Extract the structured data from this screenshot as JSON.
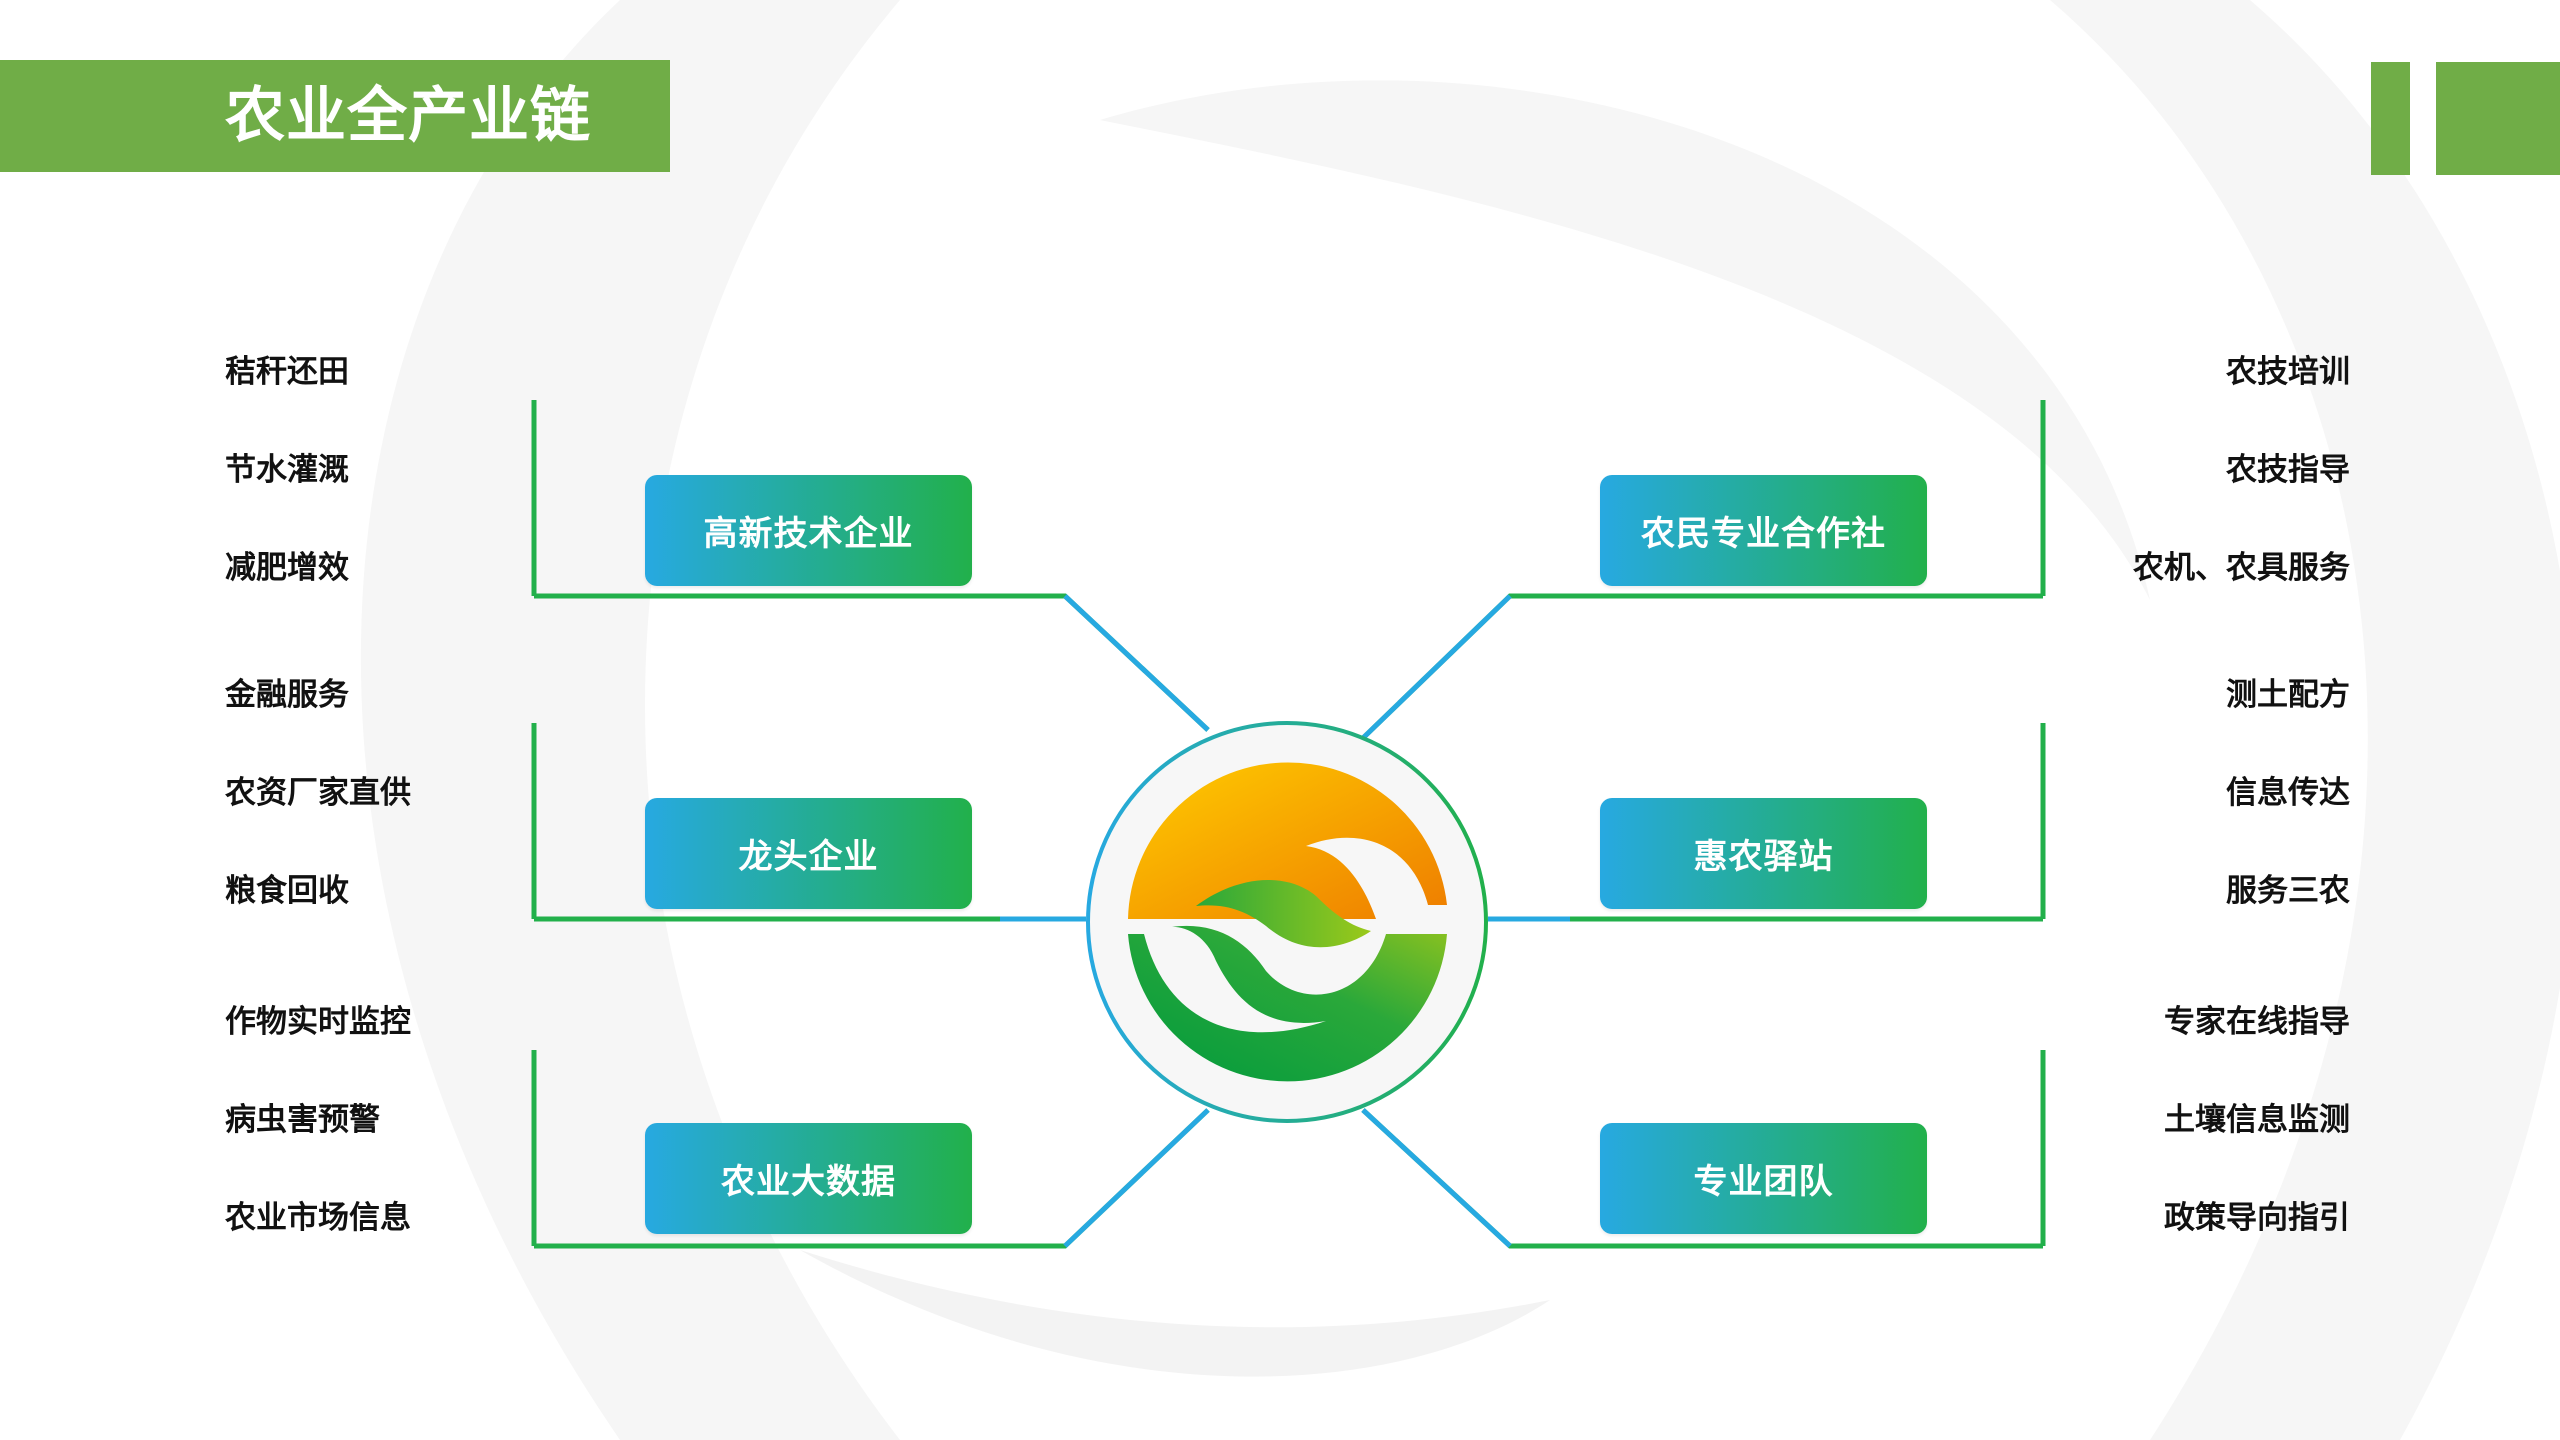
{
  "title": "农业全产业链",
  "colors": {
    "title_bg": "#70ad47",
    "blue": "#27a9e1",
    "green": "#22b04b",
    "orange": "#f08c00",
    "yellow": "#ffcc00"
  },
  "center_icon": "leaf-sun-logo",
  "left_groups": [
    {
      "box": "高新技术企业",
      "items": [
        "秸秆还田",
        "节水灌溉",
        "减肥增效"
      ]
    },
    {
      "box": "龙头企业",
      "items": [
        "金融服务",
        "农资厂家直供",
        "粮食回收"
      ]
    },
    {
      "box": "农业大数据",
      "items": [
        "作物实时监控",
        "病虫害预警",
        "农业市场信息"
      ]
    }
  ],
  "right_groups": [
    {
      "box": "农民专业合作社",
      "items": [
        "农技培训",
        "农技指导",
        "农机、农具服务"
      ]
    },
    {
      "box": "惠农驿站",
      "items": [
        "测土配方",
        "信息传达",
        "服务三农"
      ]
    },
    {
      "box": "专业团队",
      "items": [
        "专家在线指导",
        "土壤信息监测",
        "政策导向指引"
      ]
    }
  ]
}
